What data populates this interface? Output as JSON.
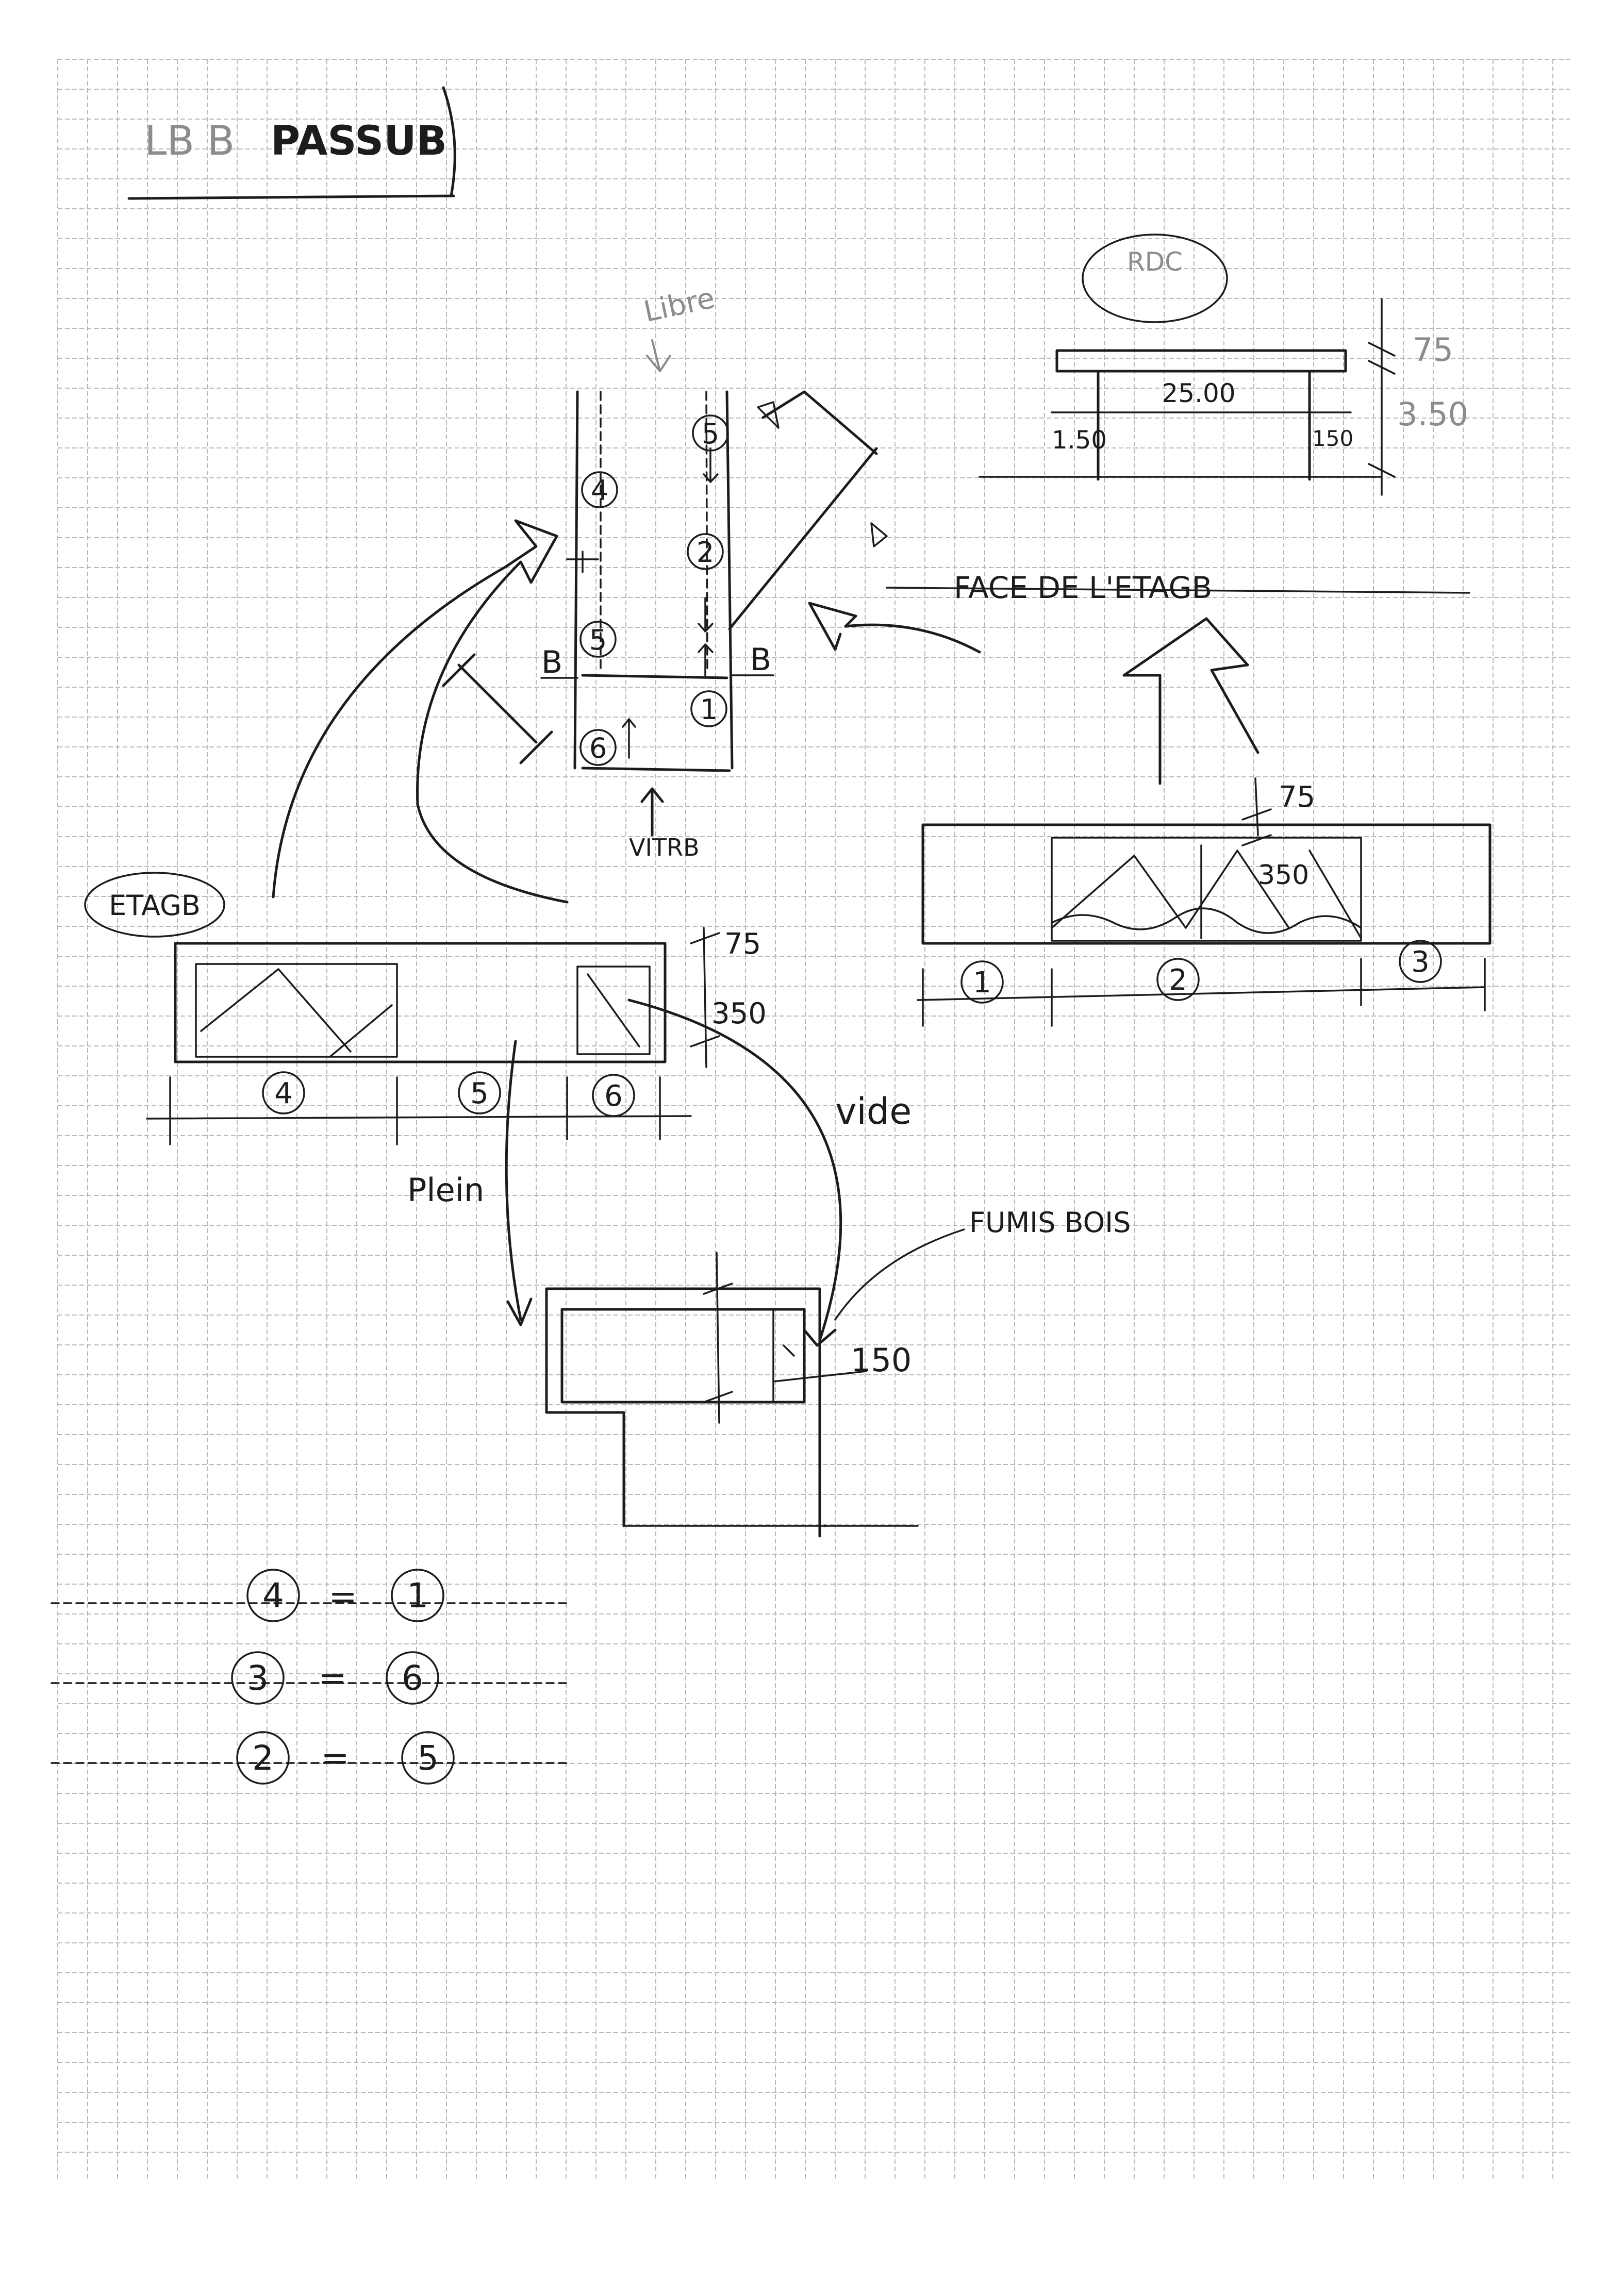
{
  "title": {
    "faint": "LB B",
    "bold": "PASSUB"
  },
  "labels": {
    "libre": "Libre",
    "vitre": "VITRB",
    "section_b_left": "B",
    "section_b_right": "B",
    "face_etage": "FACE DE L'ETAGB",
    "rdc": "RDC",
    "etage": "ETAGB",
    "plein": "Plein",
    "vide": "vide",
    "fumis_bois": "FUMIS BOIS"
  },
  "plan_numbers": [
    "5",
    "4",
    "2",
    "5",
    "1",
    "6"
  ],
  "rdc_dims": {
    "span": "25.00",
    "left": "1.50",
    "right": "150",
    "top": "75",
    "height": "3.50"
  },
  "face_dims": {
    "top": "75",
    "height": "350",
    "bays": [
      "1",
      "2",
      "3"
    ]
  },
  "etage_dims": {
    "top": "75",
    "height": "350",
    "bays": [
      "4",
      "5",
      "6"
    ]
  },
  "detail_dims": {
    "width": "150"
  },
  "equivalences": [
    {
      "left": "4",
      "right": "1"
    },
    {
      "left": "3",
      "right": "6"
    },
    {
      "left": "2",
      "right": "5"
    }
  ]
}
